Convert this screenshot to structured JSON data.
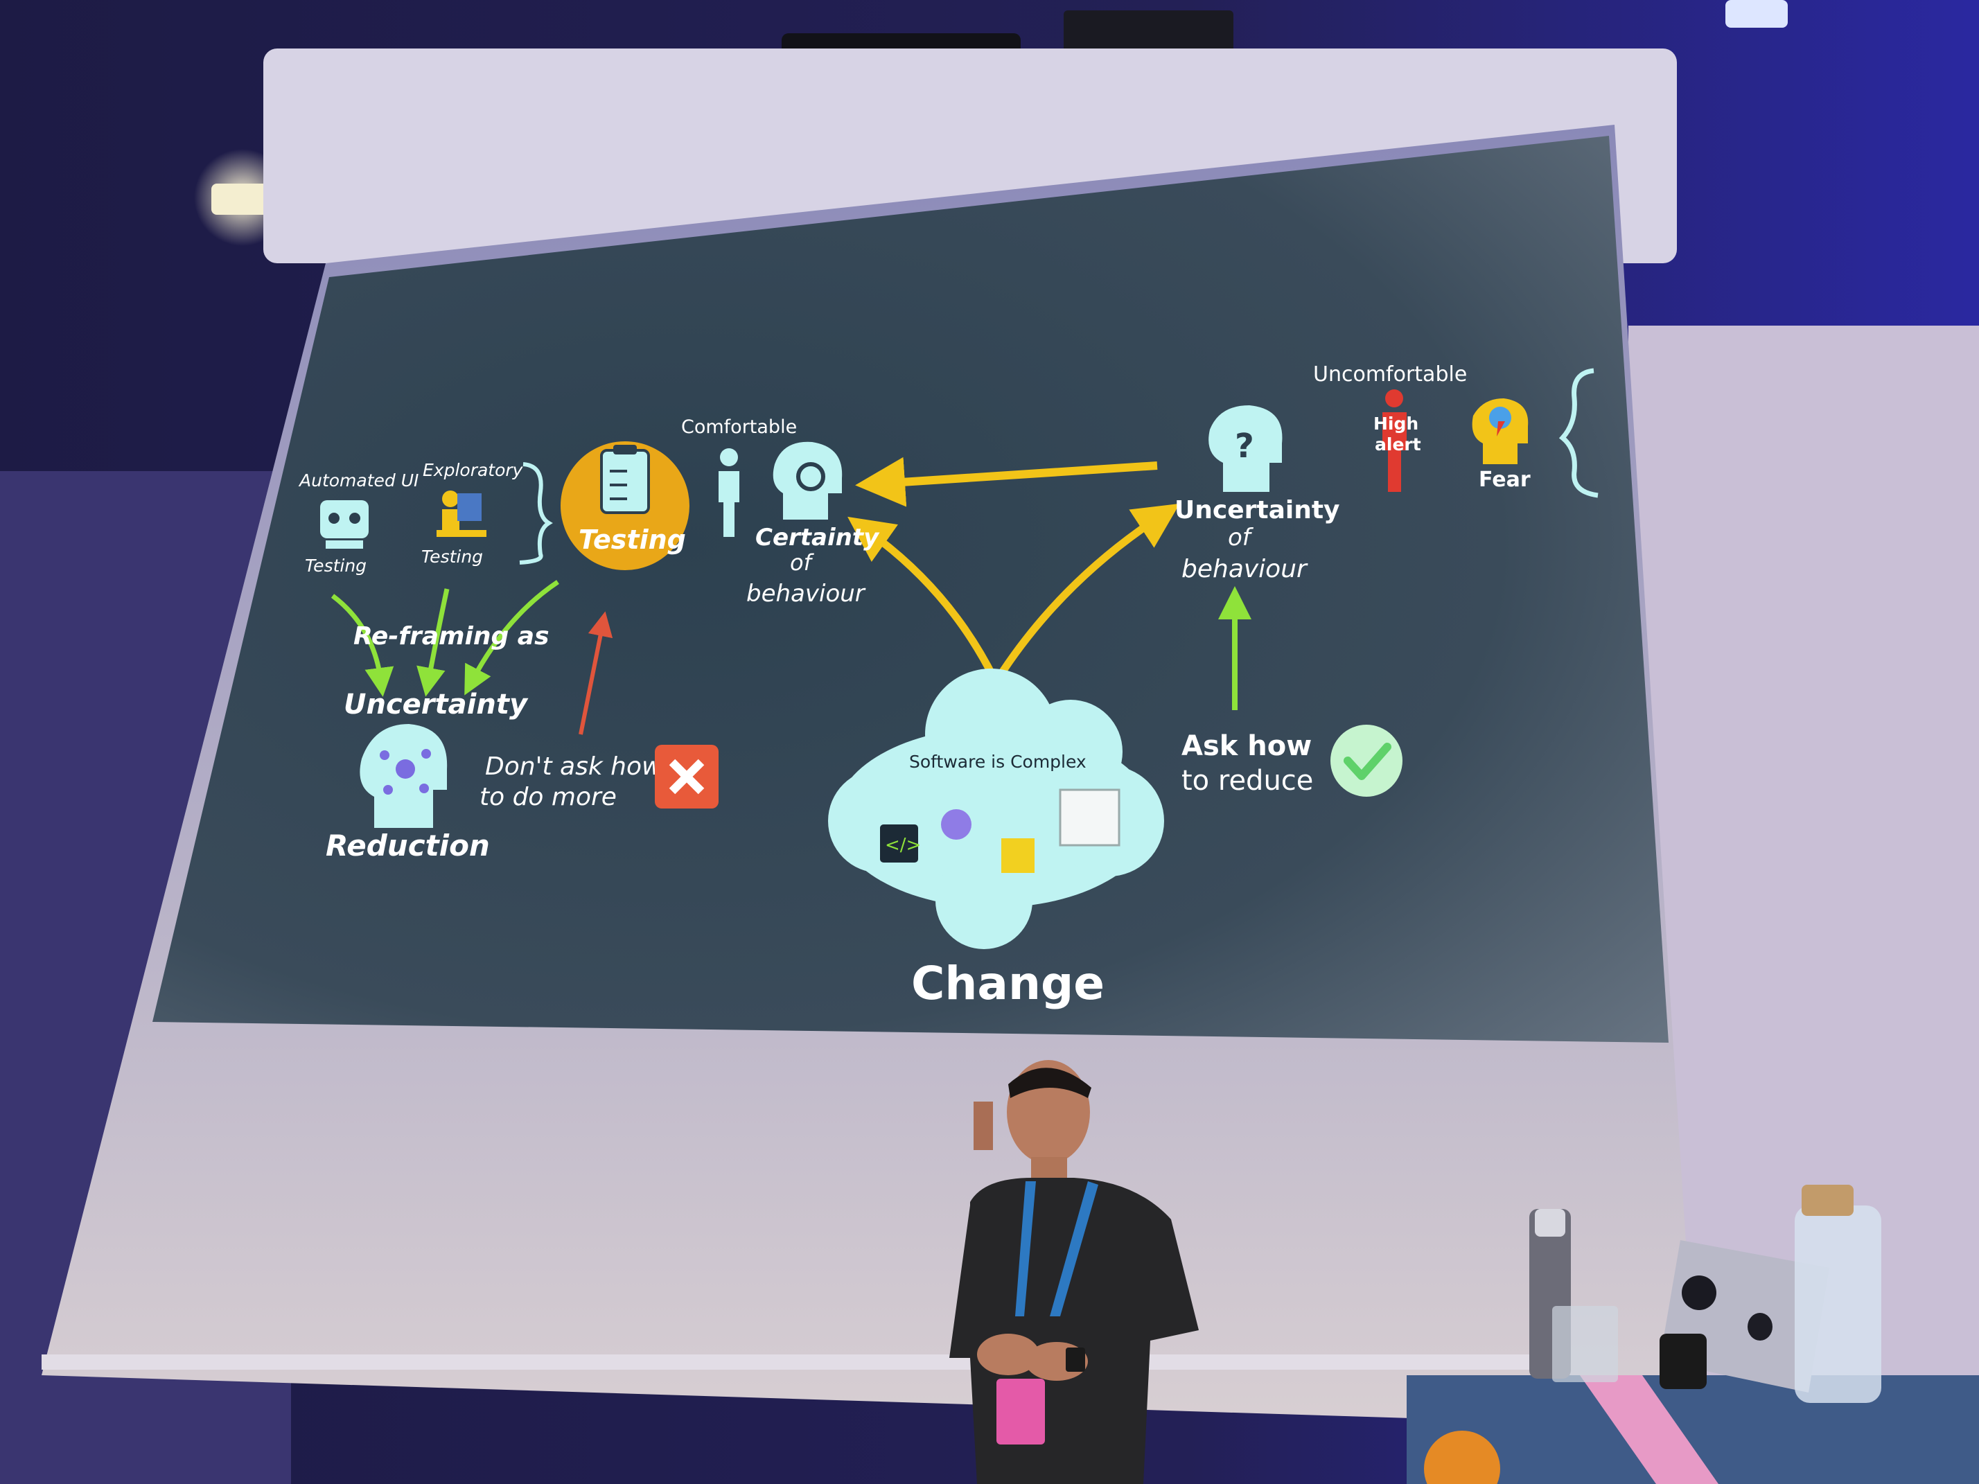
{
  "slide": {
    "automated_ui": "Automated UI",
    "automated_testing": "Testing",
    "exploratory": "Exploratory",
    "exploratory_testing": "Testing",
    "testing": "Testing",
    "comfortable": "Comfortable",
    "certainty_1": "Certainty",
    "certainty_2": "of",
    "certainty_3": "behaviour",
    "reframing": "Re-framing as",
    "uncertainty_left": "Uncertainty",
    "reduction": "Reduction",
    "dont_ask_1": "Don't ask how",
    "dont_ask_2": "to do more",
    "software_complex": "Software is Complex",
    "change": "Change",
    "uncomfortable": "Uncomfortable",
    "high_alert_1": "High",
    "high_alert_2": "alert",
    "fear": "Fear",
    "uncertainty_r1": "Uncertainty",
    "uncertainty_r2": "of",
    "uncertainty_r3": "behaviour",
    "ask_how_1": "Ask how",
    "ask_how_2": "to reduce"
  },
  "colors": {
    "slide_bg": "#2c3f4e",
    "accent_yellow": "#f2c418",
    "arrow_green": "#8fe23a",
    "arrow_red": "#e0553c",
    "icon_cyan": "#bff3f2",
    "cross_red": "#e85a3a",
    "check_bg": "#c6f4cf",
    "check_green": "#5fd16a"
  },
  "icons": [
    "robot-icon",
    "person-desk-icon",
    "clipboard-icon",
    "person-icon",
    "gear-head-icon",
    "question-head-icon",
    "network-head-icon",
    "alert-person-icon",
    "storm-head-icon",
    "cross-icon",
    "check-icon",
    "software-cloud-icon",
    "laptop-icon",
    "apple-logo-icon"
  ]
}
